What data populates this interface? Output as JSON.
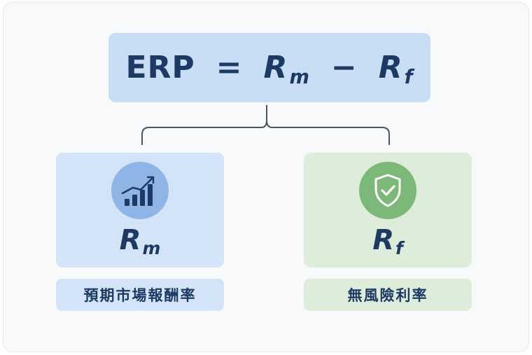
{
  "formula": {
    "lhs": "ERP",
    "equals": "=",
    "minus": "−",
    "term1_base": "R",
    "term1_sub": "m",
    "term2_base": "R",
    "term2_sub": "f"
  },
  "left_panel": {
    "icon": "bar-chart-trend-up-icon",
    "var_base": "R",
    "var_sub": "m",
    "label": "預期市場報酬率"
  },
  "right_panel": {
    "icon": "shield-check-icon",
    "var_base": "R",
    "var_sub": "f",
    "label": "無風險利率"
  },
  "colors": {
    "text": "#1c3a64",
    "formula_bg": "#c9ddf4",
    "left_bg": "#d3e4f8",
    "right_bg": "#deedd9",
    "left_icon_bg": "#8fb4e6",
    "right_icon_bg": "#7cb877",
    "connector": "#4a5563"
  }
}
